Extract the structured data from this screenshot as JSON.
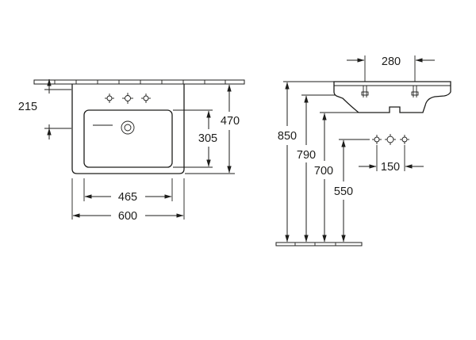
{
  "front_view": {
    "dim_215": "215",
    "dim_470": "470",
    "dim_305": "305",
    "dim_465": "465",
    "dim_600": "600"
  },
  "side_view": {
    "dim_280": "280",
    "dim_850": "850",
    "dim_790": "790",
    "dim_700": "700",
    "dim_550": "550",
    "dim_150": "150"
  }
}
